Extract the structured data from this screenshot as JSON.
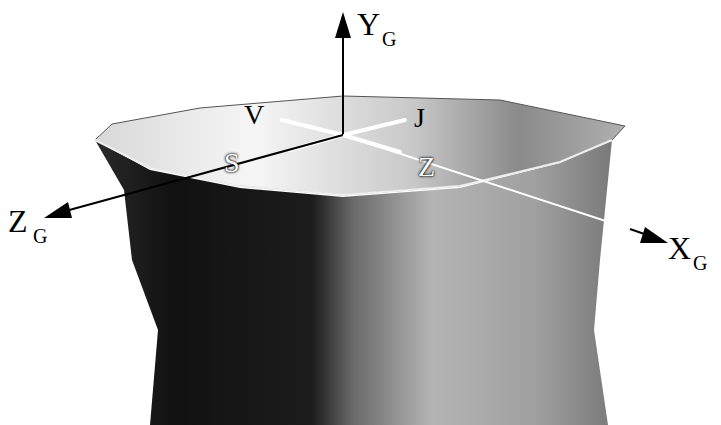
{
  "diagram": {
    "labels": [
      "Y",
      "G",
      "V",
      "J",
      "S",
      "Z",
      "Z",
      "G",
      "X",
      "G"
    ]
  }
}
